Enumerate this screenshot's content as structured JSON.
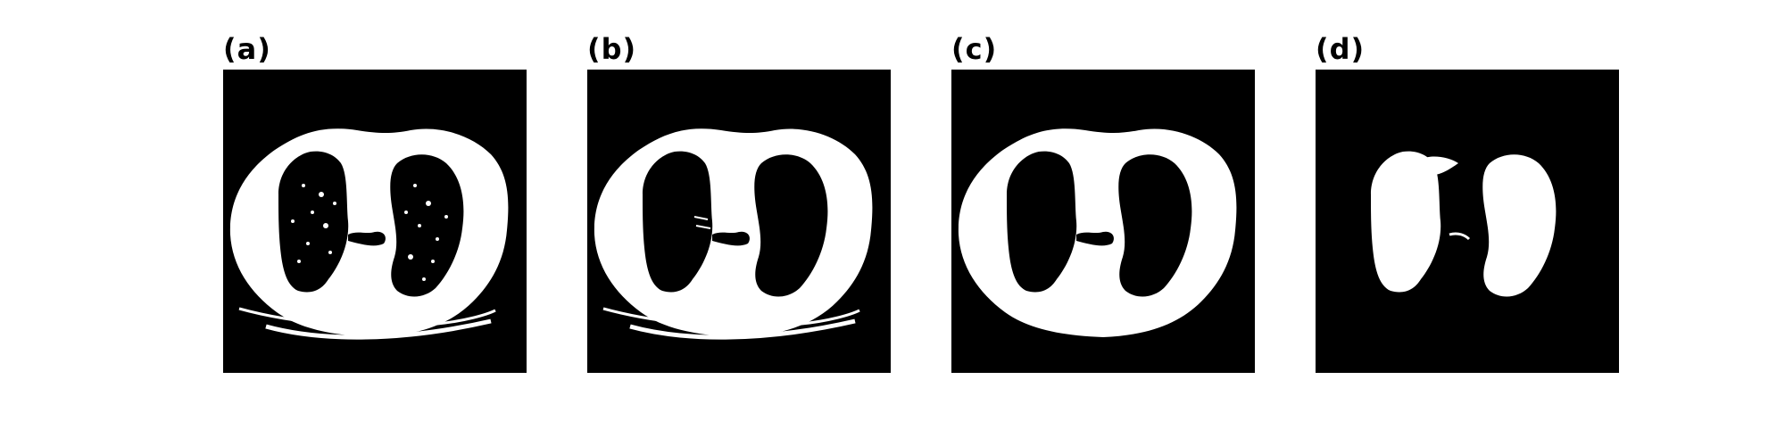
{
  "panels": [
    {
      "label": "(a)",
      "icon": "ct-scan-raw-threshold-icon"
    },
    {
      "label": "(b)",
      "icon": "ct-scan-cleaned-threshold-icon"
    },
    {
      "label": "(c)",
      "icon": "ct-scan-table-removed-icon"
    },
    {
      "label": "(d)",
      "icon": "ct-scan-lung-mask-icon"
    }
  ],
  "colors": {
    "background": "#ffffff",
    "image_background": "#000000",
    "foreground": "#ffffff"
  }
}
